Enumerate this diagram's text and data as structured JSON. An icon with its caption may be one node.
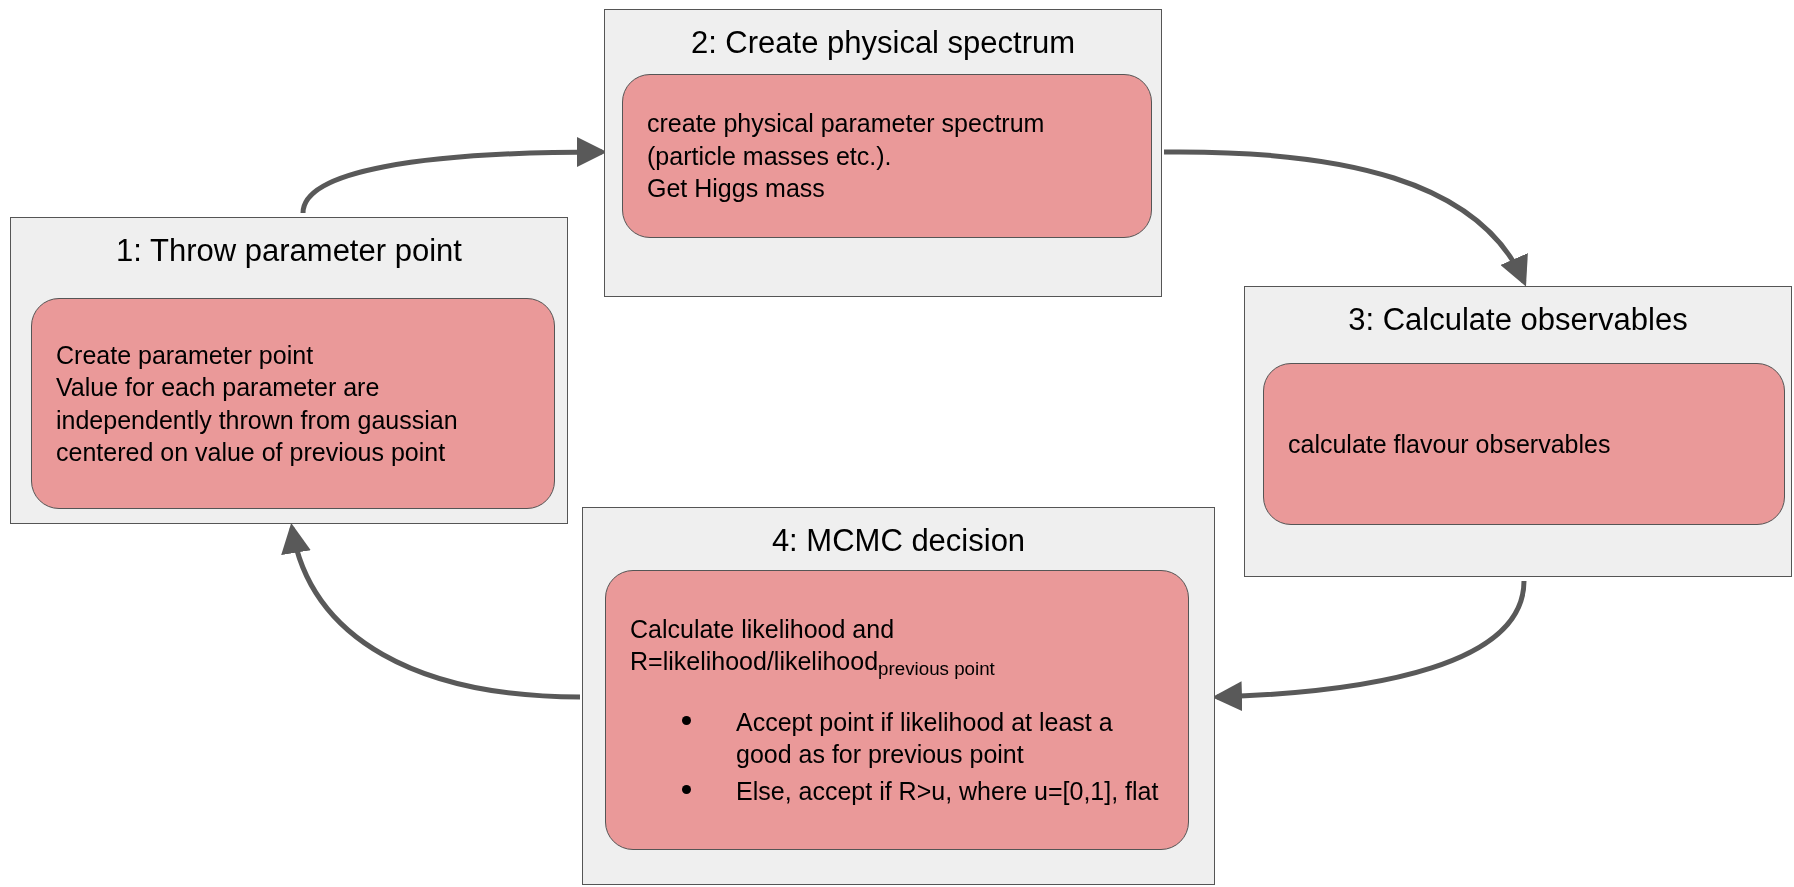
{
  "diagram": {
    "nodes": [
      {
        "text": [
          "1: Throw parameter point"
        ]
      },
      {
        "text": [
          "Create parameter point",
          "Value for each parameter are independently thrown from gaussian centered on value of previous point"
        ],
        "in": 0
      },
      {
        "text": [
          "2: Create physical spectrum"
        ]
      },
      {
        "text": [
          "create physical parameter spectrum (particle masses etc.).",
          "Get Higgs mass"
        ],
        "in": 2
      },
      {
        "text": [
          "3: Calculate observables"
        ]
      },
      {
        "text": [
          "calculate flavour observables"
        ],
        "in": 4
      },
      {
        "text": [
          "4: MCMC decision"
        ]
      },
      {
        "text": [
          "Calculate likelihood and R=likelihood/likelihood$_{previous  point}$",
          "Accept point if likelihood at least a good as for previous point",
          "Else, accept if R>u, where u=[0,1], flat"
        ],
        "in": 6
      }
    ],
    "edges": [
      {
        "from": 0,
        "to": 2,
        "arrow": "to"
      },
      {
        "from": 2,
        "to": 4,
        "arrow": "to"
      },
      {
        "from": 4,
        "to": 6,
        "arrow": "to"
      },
      {
        "from": 6,
        "to": 0,
        "arrow": "to"
      }
    ]
  }
}
